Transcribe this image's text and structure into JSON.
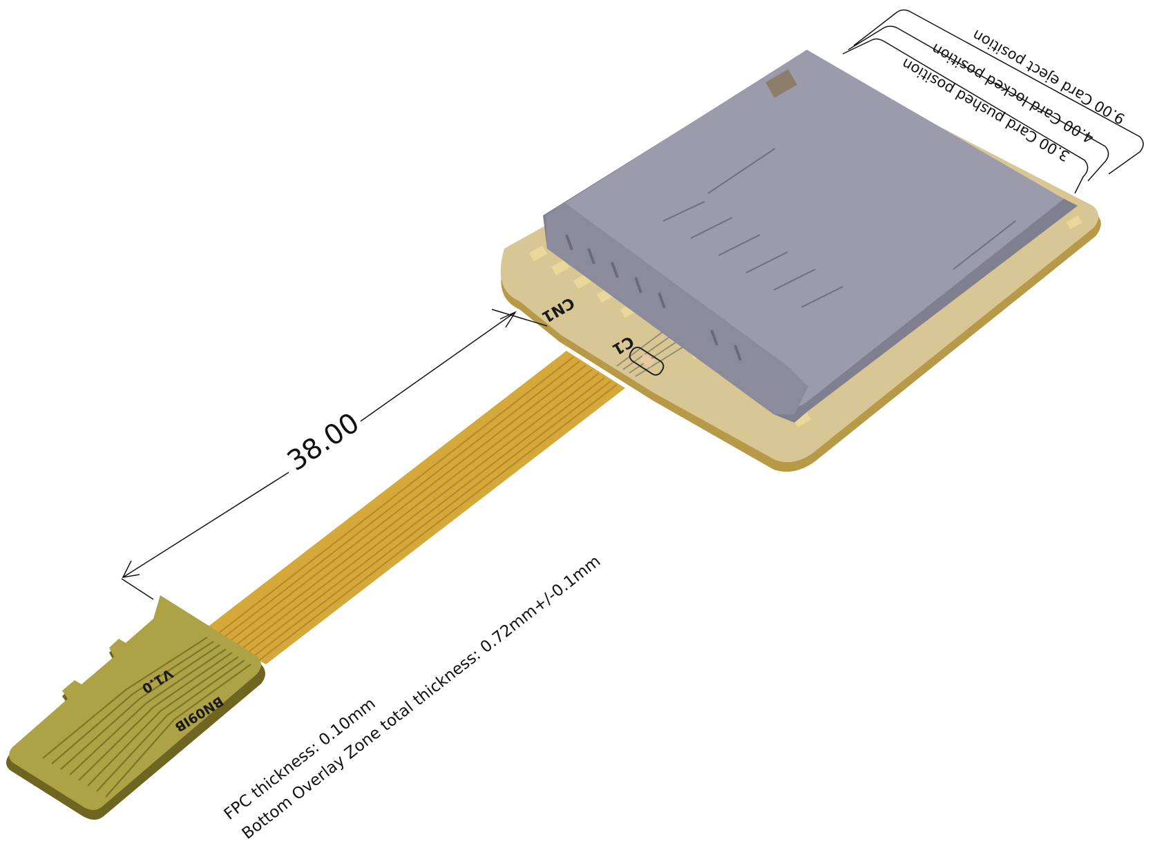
{
  "dimension": {
    "label": "38.00"
  },
  "notes": {
    "fpc_thickness": "FPC thickness:  0.10mm",
    "overlay_thickness": "Bottom Overlay Zone total thickness: 0.72mm+/-0.1mm"
  },
  "positions": [
    {
      "label": "9.00 Card eject position"
    },
    {
      "label": "4.00 Card locked position"
    },
    {
      "label": "3.00 Card pushed position"
    }
  ],
  "silkscreen": {
    "connector_ref": "CN1",
    "cap_ref": "C1",
    "version": "V1.0",
    "part_no": "BN09IB"
  },
  "colors": {
    "pcb": "#d8c795",
    "pcb_edge": "#b79a48",
    "flex": "#d4a93a",
    "flex_trace": "#b8862a",
    "tip": "#aea247",
    "tip_edge": "#6d6520",
    "connector": "#9b9bab",
    "connector_dark": "#7f7f90",
    "pad": "#ead79a"
  }
}
